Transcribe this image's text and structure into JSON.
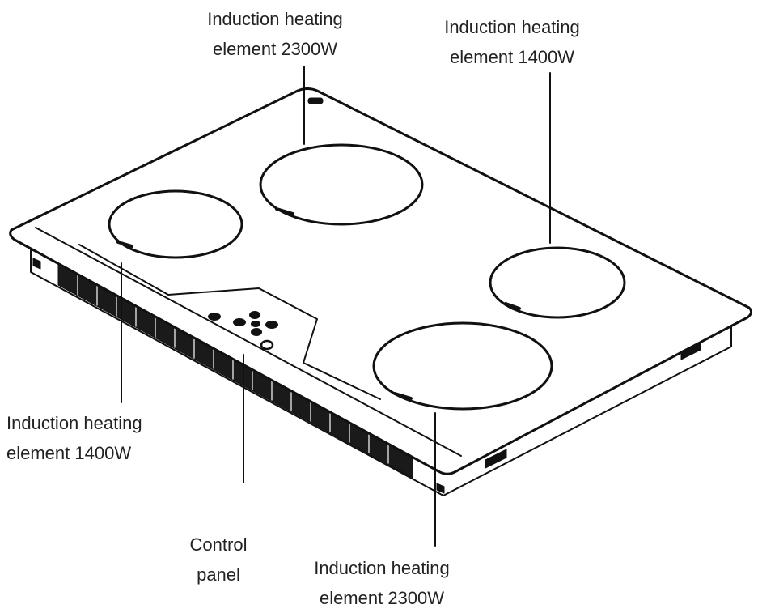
{
  "labels": {
    "top_left": {
      "line1": "Induction heating",
      "line2": "element 2300W"
    },
    "top_right": {
      "line1": "Induction heating",
      "line2": "element 1400W"
    },
    "bottom_left": {
      "line1": "Induction heating",
      "line2": "element 1400W"
    },
    "control_panel": {
      "line1": "Control",
      "line2": "panel"
    },
    "bottom_right": {
      "line1": "Induction heating",
      "line2": "element 2300W"
    }
  },
  "colors": {
    "stroke": "#111111",
    "background": "#ffffff",
    "text": "#222222"
  }
}
